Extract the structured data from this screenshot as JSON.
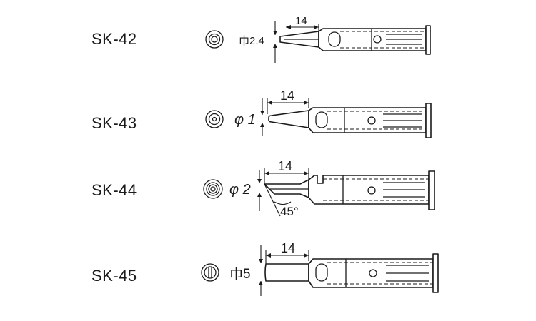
{
  "tips": [
    {
      "model": "SK-42",
      "size_label": "巾2.4",
      "length_label": "14"
    },
    {
      "model": "SK-43",
      "size_label": "φ 1",
      "length_label": "14"
    },
    {
      "model": "SK-44",
      "size_label": "φ 2",
      "length_label": "14",
      "angle_label": "45°"
    },
    {
      "model": "SK-45",
      "size_label": "巾5",
      "length_label": "14"
    }
  ]
}
